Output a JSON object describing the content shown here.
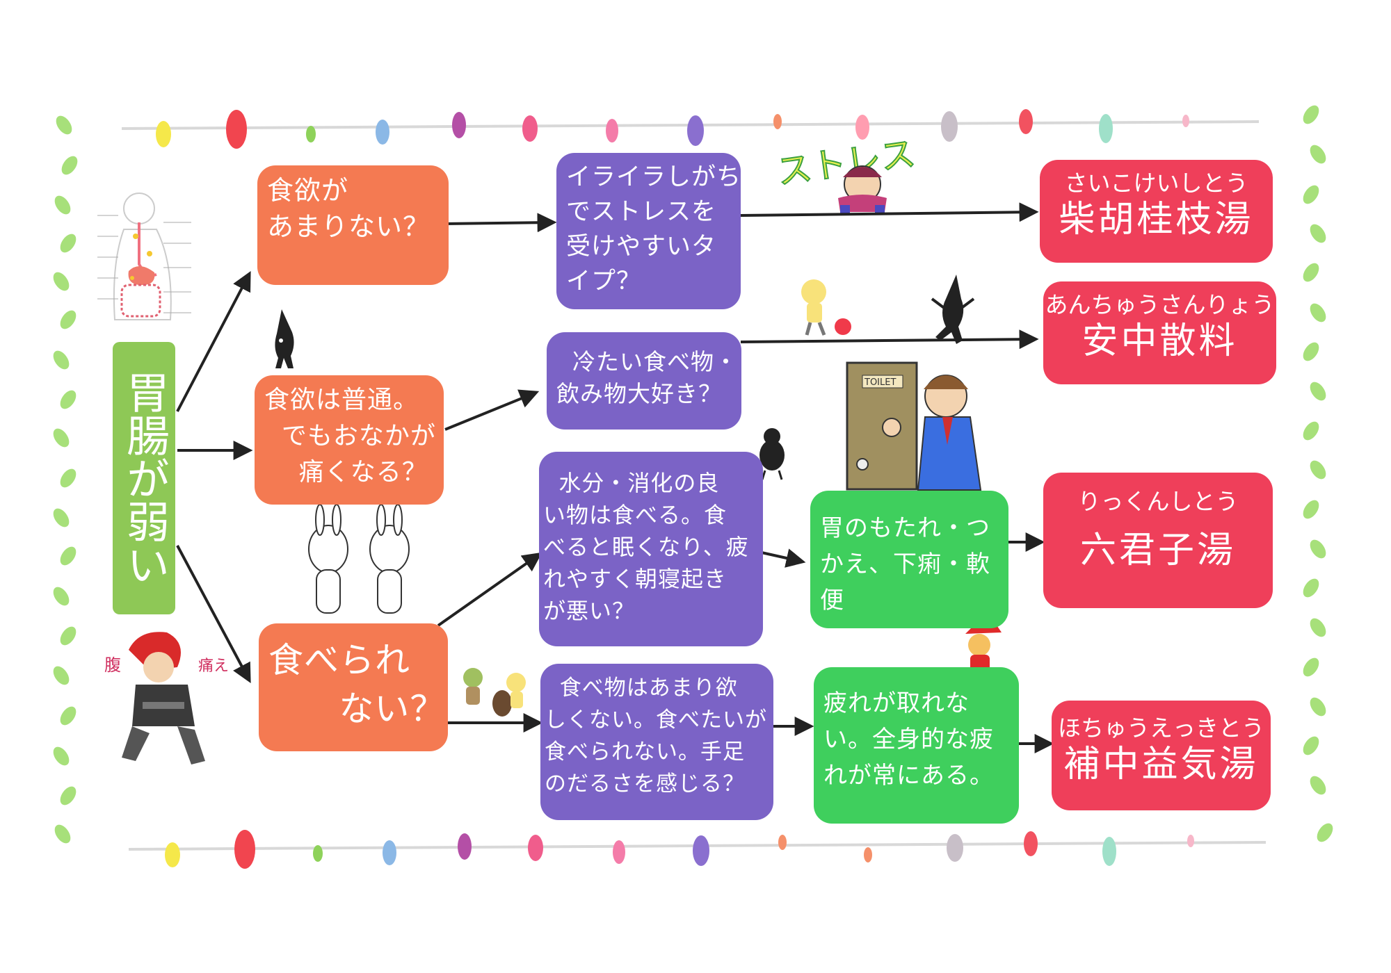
{
  "main": {
    "label": "胃腸が弱い"
  },
  "questions": {
    "q1": [
      "食欲が",
      "あまりない？"
    ],
    "q2": [
      "食欲は普通。",
      "  でもおなかが",
      "    痛くなる？"
    ],
    "q3": [
      "食べられ",
      "      ない？"
    ],
    "p1": [
      "イライラしがち",
      "でストレスを",
      "受けやすいタ",
      "イプ？"
    ],
    "p2": [
      "  冷たい食べ物・",
      "飲み物大好き？"
    ],
    "p3": [
      "  水分・消化の良",
      "い物は食べる。食",
      "べると眠くなり、疲",
      "れやすく朝寝起き",
      "が悪い？"
    ],
    "p4": [
      "  食べ物はあまり欲",
      "しくない。食べたいが",
      "食べられない。手足",
      "のだるさを感じる？"
    ],
    "g1": [
      "胃のもたれ・つ",
      "かえ、下痢・軟",
      "便"
    ],
    "g2": [
      "疲れが取れな",
      "い。全身的な疲",
      "れが常にある。"
    ]
  },
  "results": [
    {
      "kana": "さいこけいしとう",
      "name": "柴胡桂枝湯"
    },
    {
      "kana": "あんちゅうさんりょう",
      "name": "安中散料"
    },
    {
      "kana": "りっくんしとう",
      "name": "六君子湯"
    },
    {
      "kana": "ほちゅうえっきとう",
      "name": "補中益気湯"
    }
  ],
  "annotations": {
    "stress": "ストレス",
    "toilet": "TOILET",
    "belly": "腹",
    "pain": "痛え"
  },
  "colors": {
    "orange": "#f47a52",
    "purple": "#7b63c6",
    "green": "#3fcf5d",
    "red": "#ef3f5a",
    "main": "#8ec856"
  }
}
